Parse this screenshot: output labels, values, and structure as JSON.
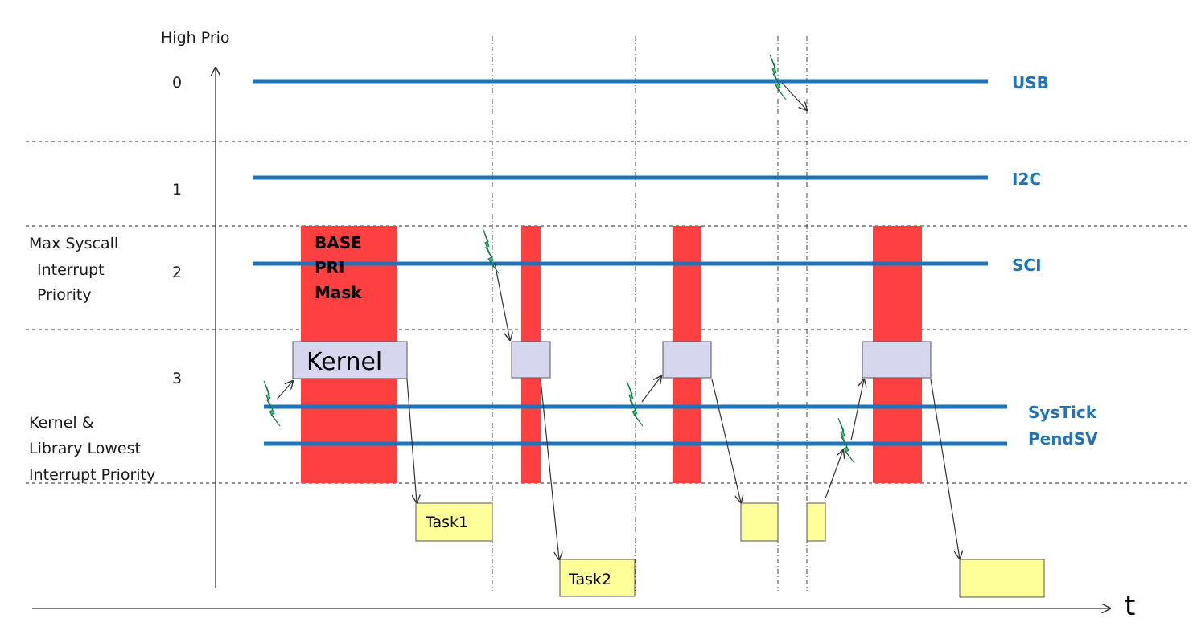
{
  "colors": {
    "irq_line": "#1e73b9",
    "irq_text": "#1e73b9",
    "mask": "#ff4040",
    "kernel_box": "#d6d6ee",
    "task_box": "#ffff99",
    "bolt": "#2ecc71"
  },
  "y_axis_label": "High Prio",
  "x_axis_label": "t",
  "priority_levels": [
    "0",
    "1",
    "2",
    "3"
  ],
  "threshold_labels": {
    "max_syscall": [
      "Max Syscall",
      "Interrupt",
      "Priority"
    ],
    "kernel_lowest": [
      "Kernel &",
      "Library Lowest",
      "Interrupt Priority"
    ]
  },
  "interrupt_sources": [
    "USB",
    "I2C",
    "SCI",
    "SysTick",
    "PendSV"
  ],
  "mask_label": [
    "BASE",
    "PRI",
    "Mask"
  ],
  "kernel_label": "Kernel",
  "tasks": [
    "Task1",
    "Task2",
    "",
    "",
    ""
  ],
  "icons": [
    "interrupt-bolt-icon",
    "arrow-icon"
  ]
}
